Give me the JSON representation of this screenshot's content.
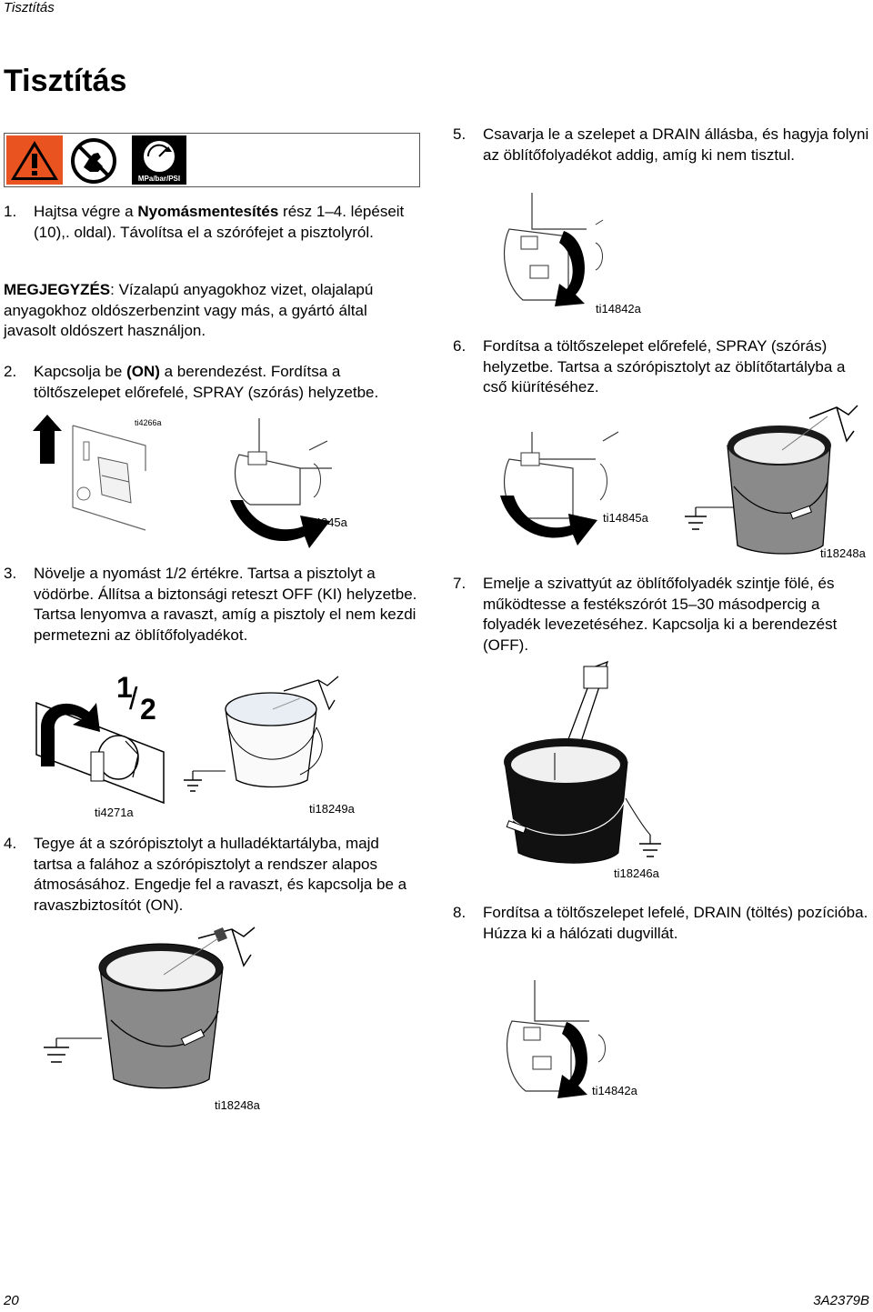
{
  "header": {
    "section_label": "Tisztítás"
  },
  "page_title": "Tisztítás",
  "warning_icons": [
    "warning-triangle-icon",
    "no-hand-icon",
    "pressure-gauge-icon"
  ],
  "gauge_text": "MPa/bar/PSI",
  "left_column": {
    "step1": {
      "num": "1.",
      "pre": "Hajtsa végre a ",
      "bold": "Nyomásmentesítés",
      "post": " rész 1–4. lépéseit (10),. oldal). Távolítsa el a szórófejet a pisztolyról."
    },
    "note": {
      "label": "MEGJEGYZÉS",
      "text": ": Vízalapú anyagokhoz vizet, olajalapú anyagokhoz oldószerbenzint vagy más, a gyártó által javasolt oldószert használjon."
    },
    "step2": {
      "num": "2.",
      "pre": "Kapcsolja be ",
      "bold": "(ON)",
      "post": " a berendezést. Fordítsa a töltőszelepet előrefelé, SPRAY (szórás) helyzetbe."
    },
    "fig_ti4266a": "ti4266a",
    "fig_ti14845a_left": "ti14845a",
    "step3": {
      "num": "3.",
      "text": "Növelje a nyomást 1/2 értékre. Tartsa a pisztolyt a vödörbe. Állítsa a biztonsági reteszt OFF (KI) helyzetbe. Tartsa lenyomva a ravaszt, amíg a pisztoly el nem kezdi permetezni az öblítőfolyadékot."
    },
    "half_numerator": "1",
    "half_denominator": "2",
    "fig_ti4271a": "ti4271a",
    "fig_ti18249a": "ti18249a",
    "step4": {
      "num": "4.",
      "text": "Tegye át a szórópisztolyt a hulladéktartályba, majd tartsa a falához a szórópisztolyt a rendszer alapos átmosásához. Engedje fel a ravaszt, és kapcsolja be a ravaszbiztosítót (ON)."
    },
    "fig_ti18248a_left": "ti18248a"
  },
  "right_column": {
    "step5": {
      "num": "5.",
      "text": "Csavarja le a szelepet a DRAIN állásba, és hagyja folyni az öblítőfolyadékot addig, amíg ki nem tisztul."
    },
    "fig_ti14842a_top": "ti14842a",
    "step6": {
      "num": "6.",
      "text": "Fordítsa a töltőszelepet előrefelé, SPRAY (szórás) helyzetbe. Tartsa a szórópisztolyt az öblítőtartályba a cső kiürítéséhez."
    },
    "fig_ti14845a_right": "ti14845a",
    "fig_ti18248a_right": "ti18248a",
    "step7": {
      "num": "7.",
      "text": "Emelje a szivattyút az öblítőfolyadék szintje fölé, és működtesse a festékszórót 15–30 másodpercig a folyadék levezetéséhez. Kapcsolja ki a berendezést (OFF)."
    },
    "fig_ti18246a": "ti18246a",
    "step8": {
      "num": "8.",
      "text": "Fordítsa a töltőszelepet lefelé, DRAIN (töltés) pozícióba. Húzza ki a hálózati dugvillát."
    },
    "fig_ti14842a_bottom": "ti14842a"
  },
  "footer": {
    "page_number": "20",
    "doc_code": "3A2379B"
  },
  "colors": {
    "warning_orange": "#E8531F",
    "bucket_dark": "#1a1a1a",
    "bucket_gray": "#8a8a8a"
  }
}
